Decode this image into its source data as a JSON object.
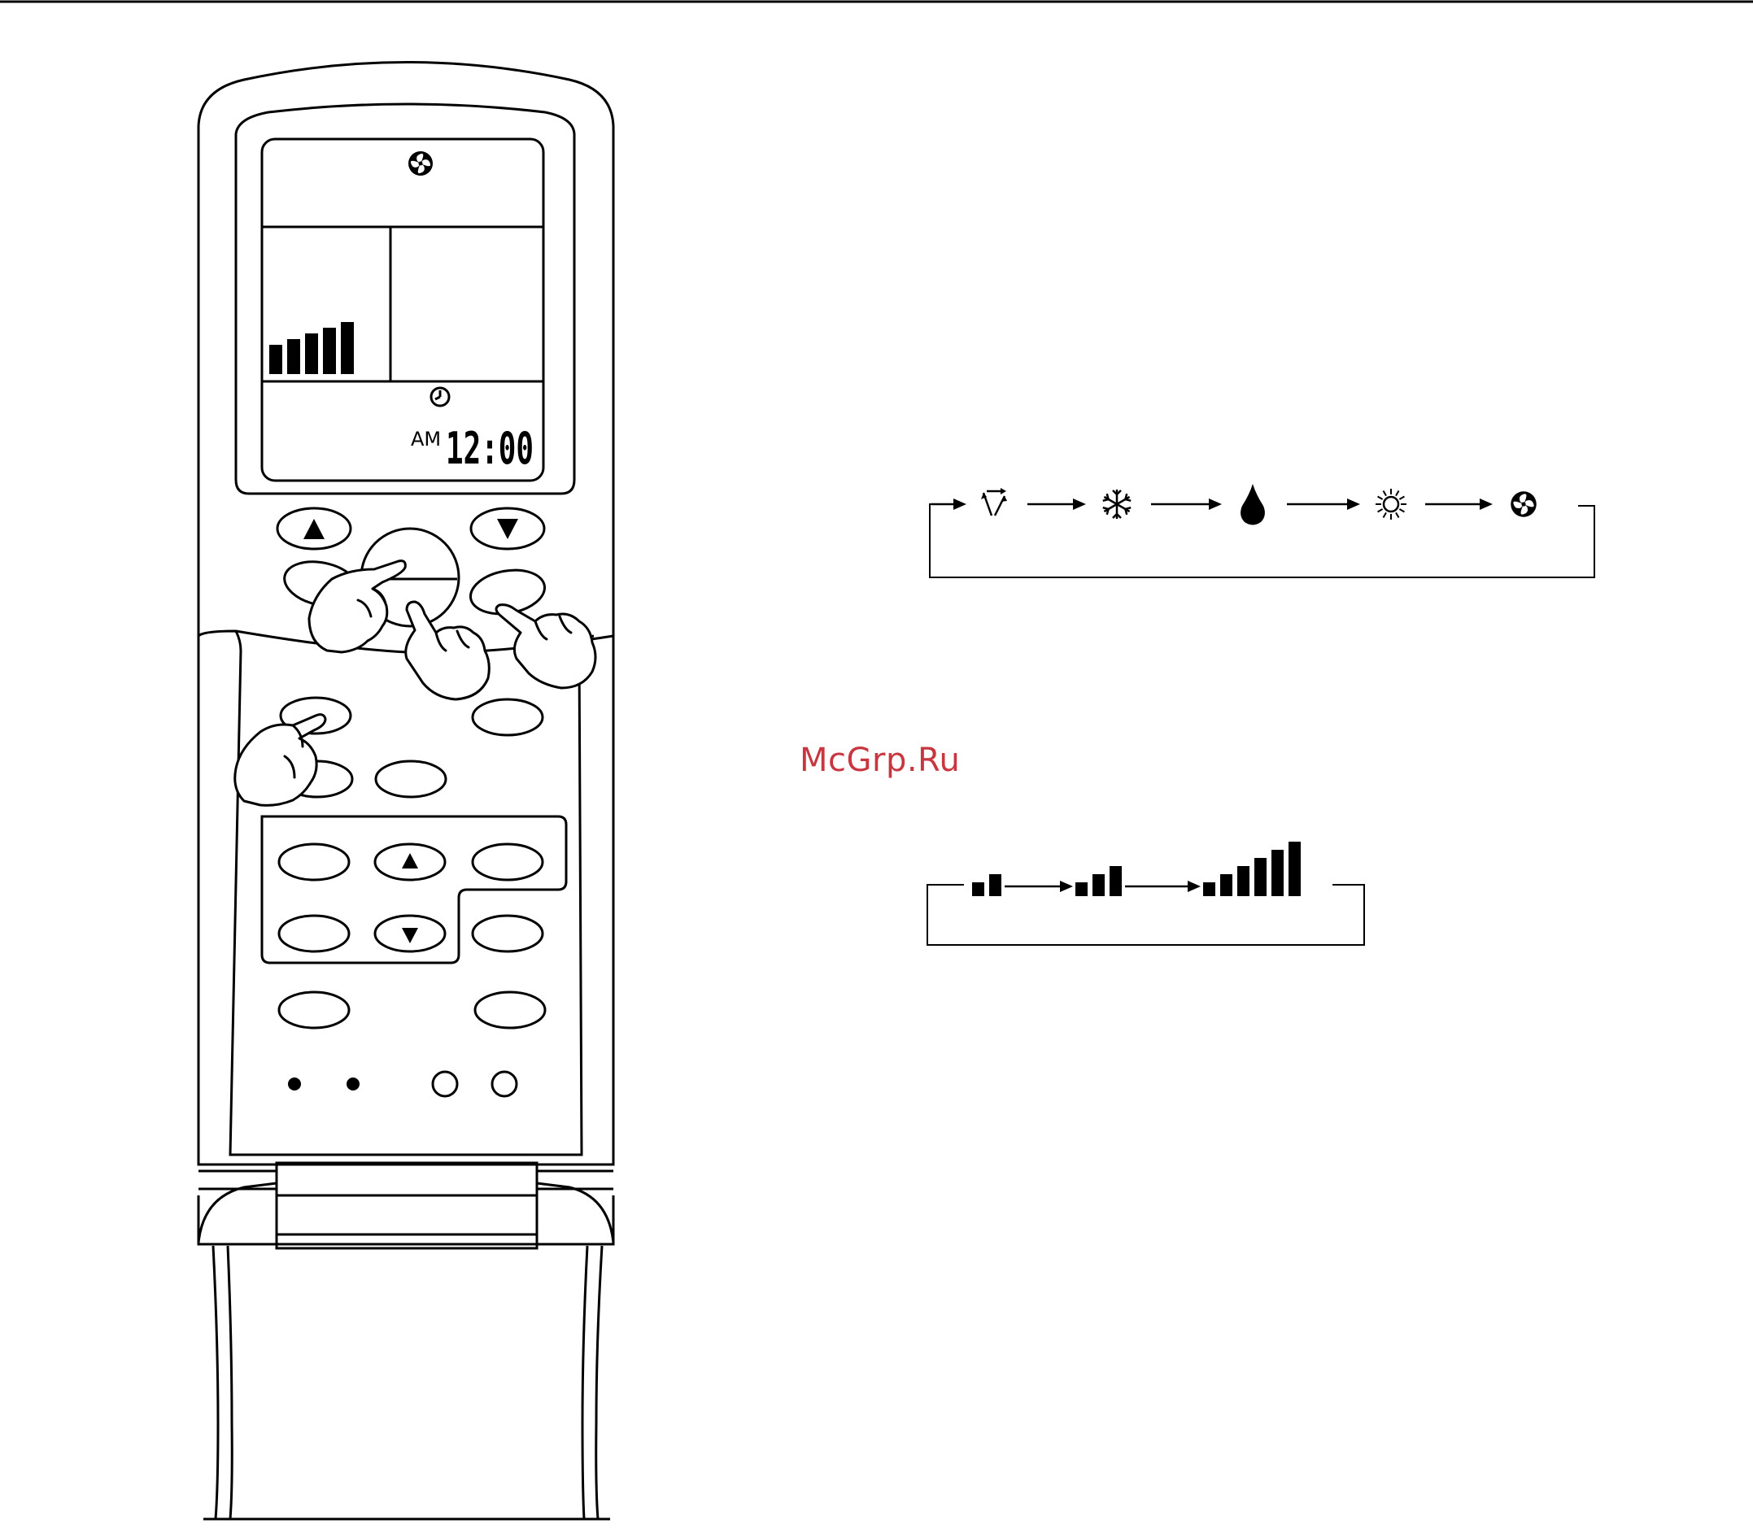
{
  "display": {
    "am_label": "AM",
    "time": "12:00",
    "fan_bars": 5
  },
  "mode_cycle": {
    "sequence": [
      "auto-icon",
      "snowflake-icon",
      "drop-icon",
      "sun-icon",
      "fan-icon"
    ]
  },
  "fan_speed_cycle": {
    "levels": [
      2,
      3,
      6
    ]
  },
  "watermark": "McGrp.Ru",
  "colors": {
    "line": "#000000",
    "watermark": "#c8373f",
    "background": "#ffffff"
  }
}
